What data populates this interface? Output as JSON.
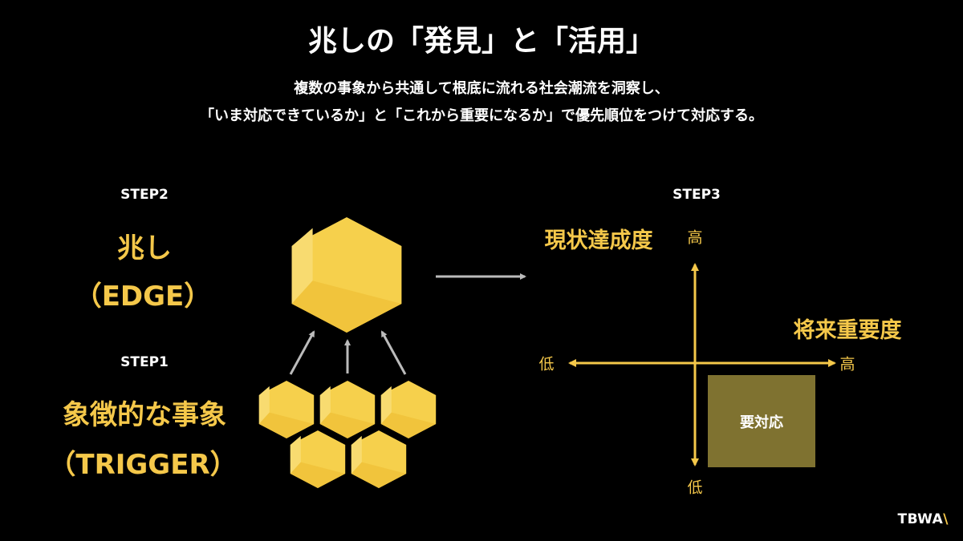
{
  "title": "兆しの「発見」と「活用」",
  "subtitle_lines": [
    "複数の事象から共通して根底に流れる社会潮流を洞察し、",
    "「いま対応できているか」と「これから重要になるか」で優先順位をつけて対応する。"
  ],
  "step2": {
    "label": "STEP2",
    "name": "兆し",
    "name_en": "（EDGE）"
  },
  "step1": {
    "label": "STEP1",
    "name": "象徴的な事象",
    "name_en": "（TRIGGER）"
  },
  "step3": {
    "label": "STEP3",
    "y_axis": {
      "title": "現状達成度",
      "high": "高",
      "low": "低"
    },
    "x_axis": {
      "title": "将来重要度",
      "high": "高",
      "low": "低"
    },
    "quadrant_label": "要対応"
  },
  "logo": {
    "text": "TBWA",
    "mark": "\\"
  },
  "colors": {
    "accent": "#f5c84a",
    "quadrant": "#7f7230",
    "arrow": "#bbbbbb"
  }
}
